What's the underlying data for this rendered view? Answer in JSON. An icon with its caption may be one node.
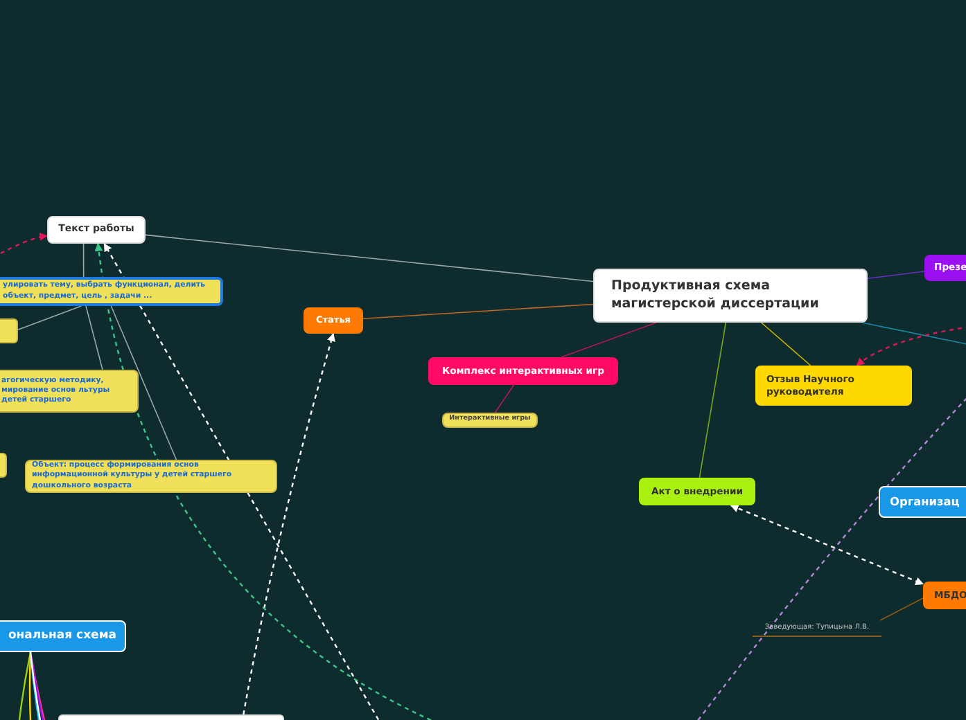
{
  "diagram": {
    "nodes": [
      {
        "text": [
          "Продуктивная схема магистерской диссертации"
        ]
      },
      {
        "text": [
          "Текст работы"
        ]
      },
      {
        "text": [
          "улировать тему, выбрать функционал, делить объект, предмет, цель , задачи ..."
        ]
      },
      {
        "text": [],
        "shape": "box"
      },
      {
        "text": [
          "агогическую методику, мирование основ льтуры детей старшего"
        ]
      },
      {
        "text": [],
        "shape": "box"
      },
      {
        "text": [
          "Объект: процесс формирования основ информационной культуры у детей старшего дошкольного возраста"
        ]
      },
      {
        "text": [
          "Статья"
        ]
      },
      {
        "text": [
          "Комплекс интерактивных игр"
        ]
      },
      {
        "text": [
          "Интерактивные игры"
        ]
      },
      {
        "text": [
          "Презе"
        ]
      },
      {
        "text": [
          "Отзыв Научного руководителя"
        ]
      },
      {
        "text": [
          "Акт о внедрении"
        ]
      },
      {
        "text": [
          "Организац"
        ]
      },
      {
        "text": [
          "МБДО"
        ]
      },
      {
        "text": [
          "Заведующая: Тупицына Л.В."
        ]
      },
      {
        "text": [
          "ональная схема"
        ]
      },
      {
        "text": [],
        "shape": "box"
      }
    ],
    "edges": [
      {
        "from": 0,
        "to": 1,
        "arrow": "none",
        "color": "#9aa8a8"
      },
      {
        "from": 0,
        "to": 7,
        "arrow": "none",
        "color": "#c0692a"
      },
      {
        "from": 0,
        "to": 8,
        "arrow": "none",
        "color": "#b0185a"
      },
      {
        "from": 0,
        "to": 10,
        "arrow": "none",
        "color": "#6a2fc0"
      },
      {
        "from": 0,
        "to": 11,
        "arrow": "none",
        "color": "#c8b400"
      },
      {
        "from": 0,
        "to": 12,
        "arrow": "none",
        "color": "#7aa81a"
      },
      {
        "from": 0,
        "to": null,
        "arrow": "none",
        "color": "#1a8aa8"
      },
      {
        "from": 8,
        "to": 9,
        "arrow": "none",
        "color": "#b0185a"
      },
      {
        "from": 1,
        "to": 2,
        "arrow": "none",
        "color": "#9aa8a8"
      },
      {
        "from": 2,
        "to": 3,
        "arrow": "none",
        "color": "#9aa8a8"
      },
      {
        "from": 2,
        "to": 4,
        "arrow": "none",
        "color": "#9aa8a8"
      },
      {
        "from": 2,
        "to": 6,
        "arrow": "none",
        "color": "#9aa8a8"
      },
      {
        "from": 14,
        "to": 15,
        "arrow": "none",
        "color": "#8a5a1a"
      },
      {
        "from": null,
        "to": 1,
        "arrow": "to",
        "style": "dashed",
        "color": "#e0185a"
      },
      {
        "from": null,
        "to": 11,
        "arrow": "to",
        "style": "dashed",
        "color": "#e0185a"
      },
      {
        "from": 12,
        "to": 14,
        "arrow": "both",
        "style": "dashed",
        "color": "#ffffff"
      },
      {
        "from": 17,
        "to": 7,
        "arrow": "to",
        "style": "dashed",
        "color": "#ffffff"
      },
      {
        "from": null,
        "to": 1,
        "arrow": "to",
        "style": "dashed",
        "color": "#ffffff"
      },
      {
        "from": null,
        "to": 1,
        "arrow": "to",
        "style": "dashed",
        "color": "#3ac88a"
      }
    ]
  }
}
